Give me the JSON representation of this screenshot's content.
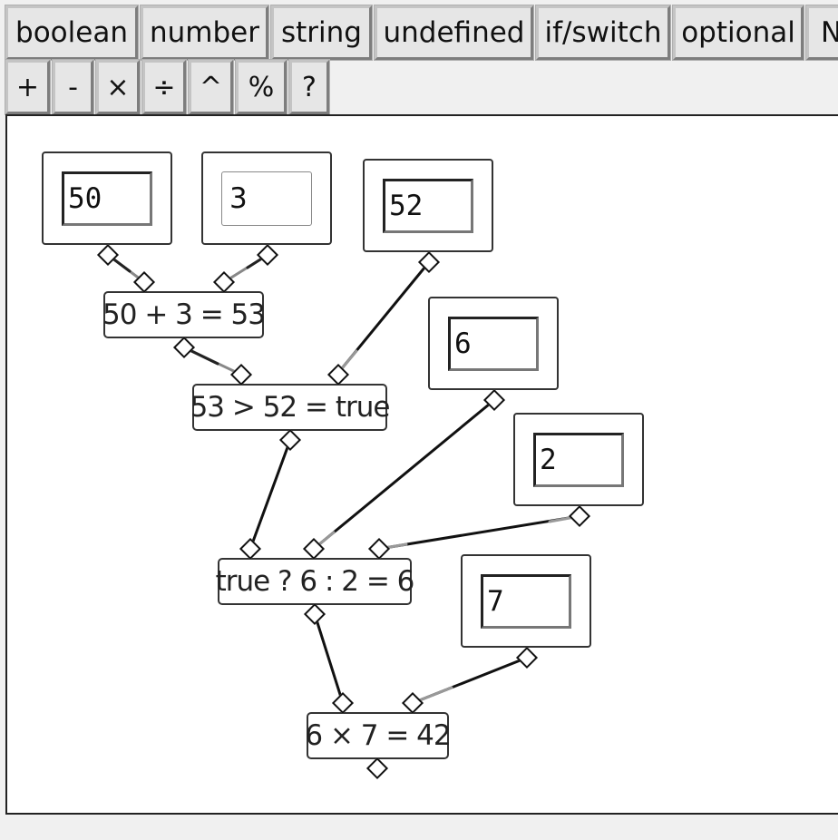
{
  "toolbar": {
    "types": [
      "boolean",
      "number",
      "string",
      "undefined",
      "if/switch",
      "optional",
      "N"
    ],
    "operators": [
      "+",
      "-",
      "×",
      "÷",
      "^",
      "%",
      "?"
    ]
  },
  "inputs": {
    "a": "50",
    "b": "3",
    "c": "52",
    "d": "6",
    "e": "2",
    "f": "7"
  },
  "operations": {
    "add": "50 + 3 = 53",
    "compare": "53 > 52 = true",
    "ternary": "true ? 6 : 2 = 6",
    "multiply": "6 × 7 = 42"
  }
}
